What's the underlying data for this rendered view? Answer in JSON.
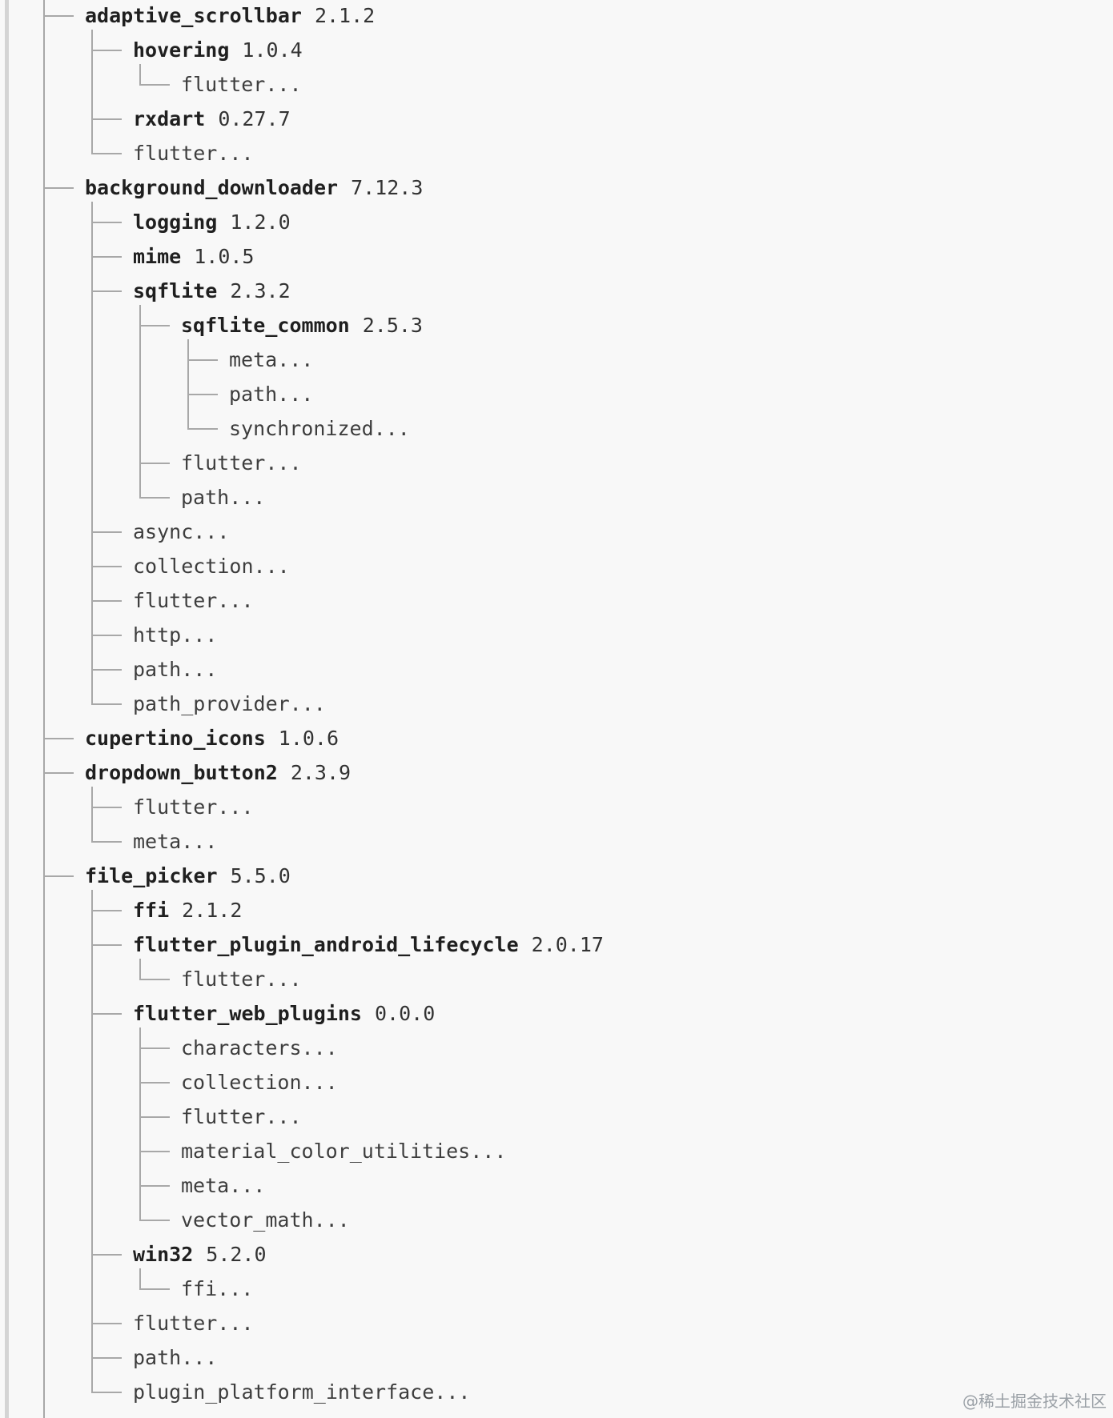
{
  "tree": [
    {
      "name": "adaptive_scrollbar",
      "version": "2.1.2",
      "children": [
        {
          "name": "hovering",
          "version": "1.0.4",
          "children": [
            {
              "name": "flutter..."
            }
          ]
        },
        {
          "name": "rxdart",
          "version": "0.27.7"
        },
        {
          "name": "flutter..."
        }
      ]
    },
    {
      "name": "background_downloader",
      "version": "7.12.3",
      "children": [
        {
          "name": "logging",
          "version": "1.2.0"
        },
        {
          "name": "mime",
          "version": "1.0.5"
        },
        {
          "name": "sqflite",
          "version": "2.3.2",
          "children": [
            {
              "name": "sqflite_common",
              "version": "2.5.3",
              "children": [
                {
                  "name": "meta..."
                },
                {
                  "name": "path..."
                },
                {
                  "name": "synchronized..."
                }
              ]
            },
            {
              "name": "flutter..."
            },
            {
              "name": "path..."
            }
          ]
        },
        {
          "name": "async..."
        },
        {
          "name": "collection..."
        },
        {
          "name": "flutter..."
        },
        {
          "name": "http..."
        },
        {
          "name": "path..."
        },
        {
          "name": "path_provider..."
        }
      ]
    },
    {
      "name": "cupertino_icons",
      "version": "1.0.6"
    },
    {
      "name": "dropdown_button2",
      "version": "2.3.9",
      "children": [
        {
          "name": "flutter..."
        },
        {
          "name": "meta..."
        }
      ]
    },
    {
      "name": "file_picker",
      "version": "5.5.0",
      "children": [
        {
          "name": "ffi",
          "version": "2.1.2"
        },
        {
          "name": "flutter_plugin_android_lifecycle",
          "version": "2.0.17",
          "children": [
            {
              "name": "flutter..."
            }
          ]
        },
        {
          "name": "flutter_web_plugins",
          "version": "0.0.0",
          "children": [
            {
              "name": "characters..."
            },
            {
              "name": "collection..."
            },
            {
              "name": "flutter..."
            },
            {
              "name": "material_color_utilities..."
            },
            {
              "name": "meta..."
            },
            {
              "name": "vector_math..."
            }
          ]
        },
        {
          "name": "win32",
          "version": "5.2.0",
          "children": [
            {
              "name": "ffi..."
            }
          ]
        },
        {
          "name": "flutter..."
        },
        {
          "name": "path..."
        },
        {
          "name": "plugin_platform_interface..."
        }
      ]
    }
  ],
  "watermark": "@稀土掘金技术社区"
}
